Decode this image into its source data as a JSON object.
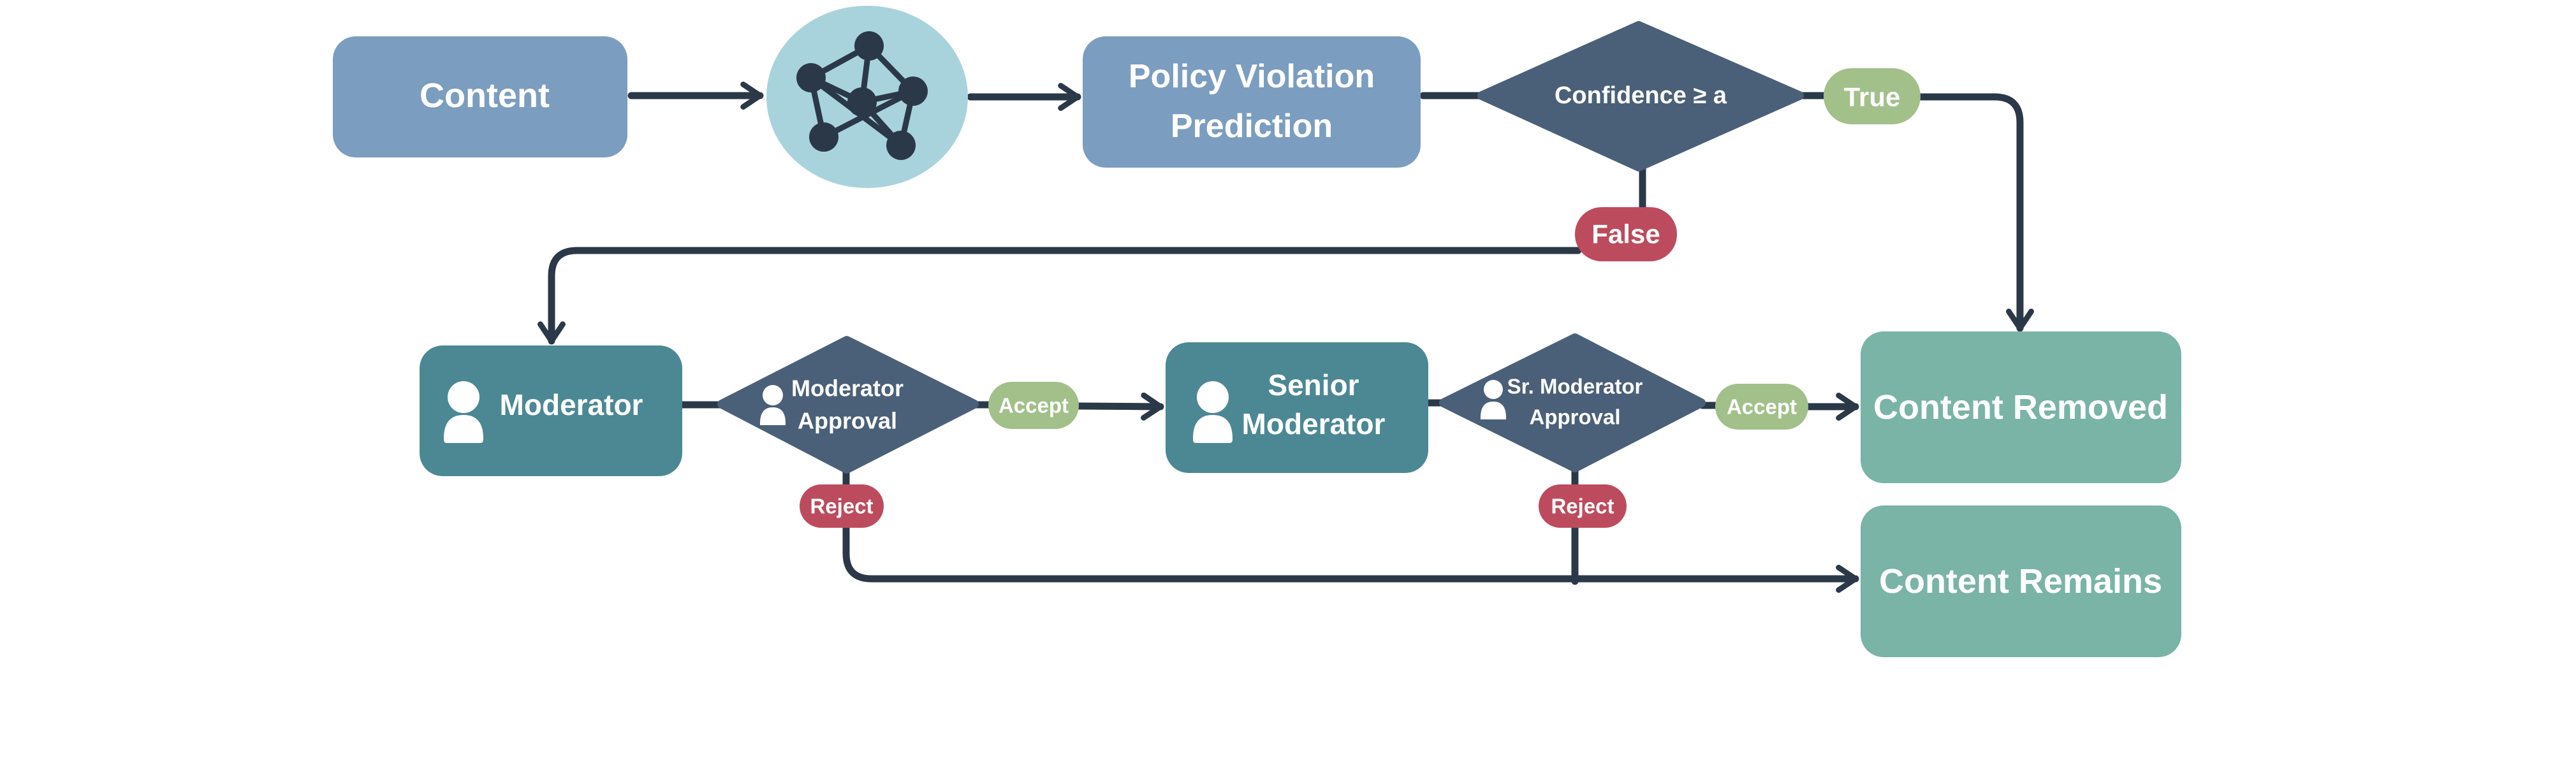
{
  "colors": {
    "connector": "#2b3848",
    "input_box": "#7b9dbf",
    "model_circle": "#a8d3dc",
    "model_nodes": "#2b3848",
    "decision": "#4a6078",
    "human_box": "#4b8894",
    "outcome_box": "#79b4a7",
    "true_pill": "#a2c08a",
    "false_pill": "#bd4b5e",
    "text": "#ffffff"
  },
  "nodes": {
    "content": "Content",
    "model_icon": "network-graph-icon",
    "prediction_line1": "Policy Violation",
    "prediction_line2": "Prediction",
    "confidence": "Confidence ≥ a",
    "moderator": "Moderator",
    "moderator_approval_line1": "Moderator",
    "moderator_approval_line2": "Approval",
    "senior_line1": "Senior",
    "senior_line2": "Moderator",
    "sr_approval_line1": "Sr. Moderator",
    "sr_approval_line2": "Approval",
    "content_removed": "Content Removed",
    "content_remains": "Content Remains",
    "person_icon": "person-icon"
  },
  "edge_labels": {
    "true": "True",
    "false": "False",
    "accept_1": "Accept",
    "reject_1": "Reject",
    "accept_2": "Accept",
    "reject_2": "Reject"
  }
}
